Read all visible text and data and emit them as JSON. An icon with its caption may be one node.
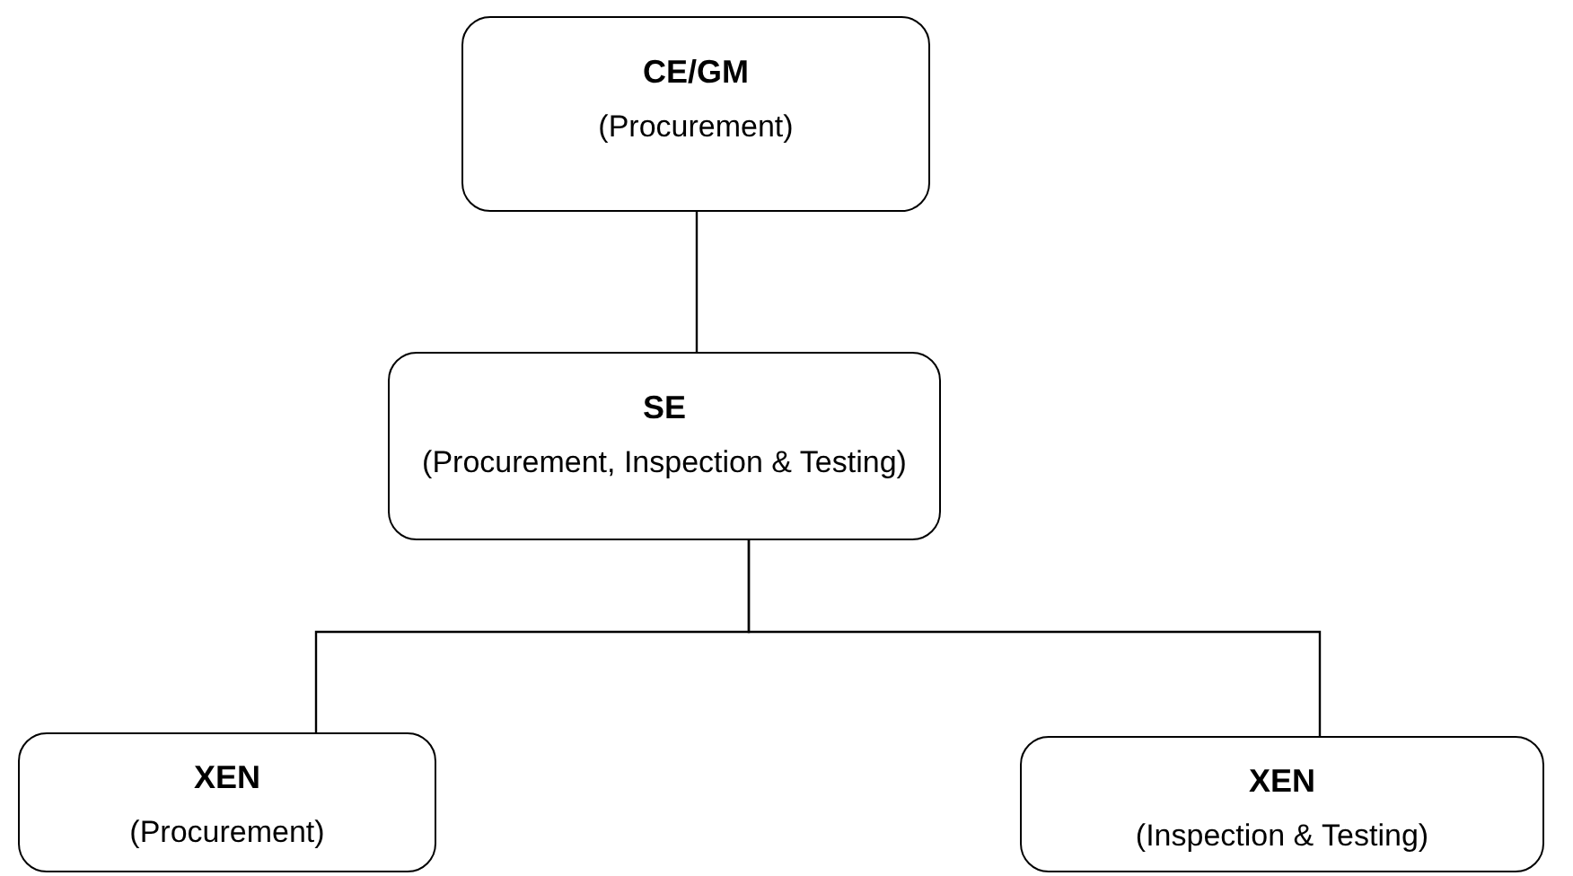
{
  "diagram": {
    "nodes": [
      {
        "text": [
          "CE/GM",
          "(Procurement)"
        ]
      },
      {
        "text": [
          "SE",
          "(Procurement, Inspection & Testing)"
        ]
      },
      {
        "text": [
          "XEN",
          "(Procurement)"
        ]
      },
      {
        "text": [
          "XEN",
          "(Inspection & Testing)"
        ]
      }
    ],
    "edges": [
      {
        "from": 0,
        "to": 1,
        "arrow": "none"
      },
      {
        "from": 1,
        "to": 2,
        "arrow": "none"
      },
      {
        "from": 1,
        "to": 3,
        "arrow": "none"
      }
    ]
  }
}
